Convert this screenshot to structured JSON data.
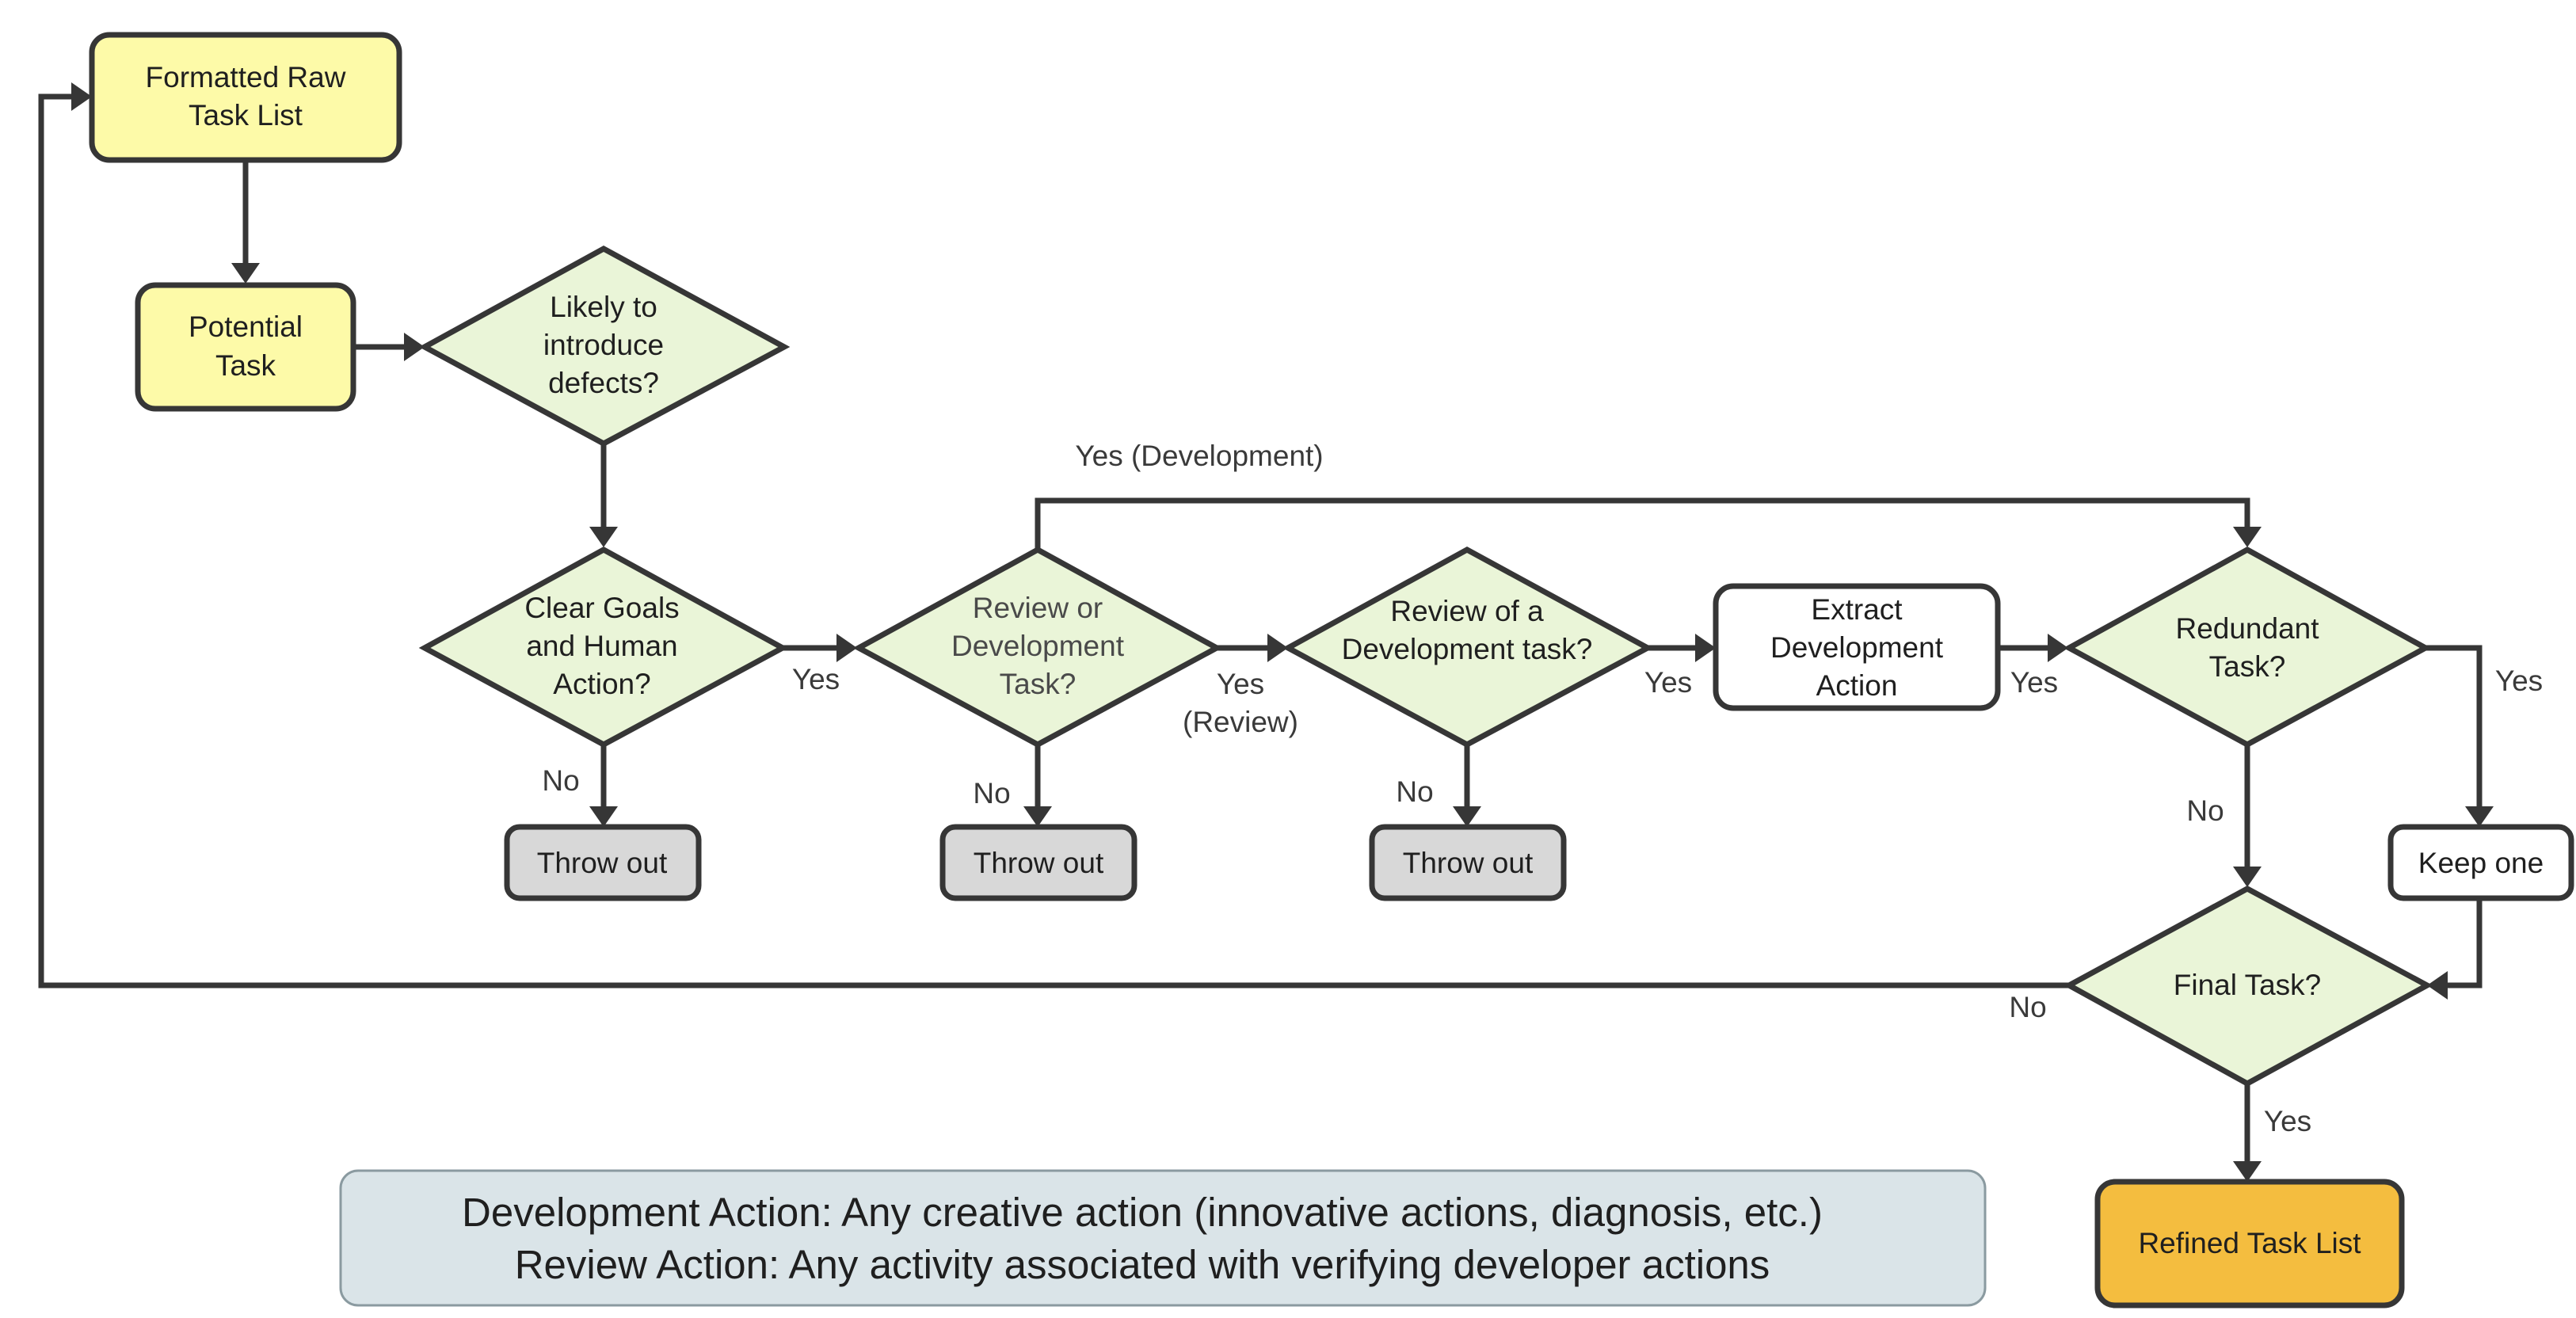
{
  "colors": {
    "process_yellow": "#fdfaa8",
    "decision_green": "#eaf5d8",
    "discard_gray": "#d8d8d8",
    "plain_white": "#ffffff",
    "output_orange": "#f4bd3f",
    "legend_blue": "#dae4e8",
    "stroke": "#363636"
  },
  "nodes": {
    "formatted_raw": [
      "Formatted Raw",
      "Task List"
    ],
    "potential_task": [
      "Potential",
      "Task"
    ],
    "likely_defects": [
      "Likely to",
      "introduce",
      "defects?"
    ],
    "clear_goals": [
      "Clear Goals",
      "and Human",
      "Action?"
    ],
    "review_or_dev": [
      "Review or",
      "Development",
      "Task?"
    ],
    "review_of_dev": [
      "Review of a",
      "Development task?"
    ],
    "extract_dev": [
      "Extract",
      "Development",
      "Action"
    ],
    "redundant": [
      "Redundant",
      "Task?"
    ],
    "throw_out_1": "Throw out",
    "throw_out_2": "Throw out",
    "throw_out_3": "Throw out",
    "keep_one": "Keep one",
    "final_task": "Final Task?",
    "refined": "Refined Task List"
  },
  "edge_labels": {
    "yes_development": "Yes (Development)",
    "clear_yes": "Yes",
    "clear_no": "No",
    "review_or_dev_yes": [
      "Yes",
      "(Review)"
    ],
    "review_or_dev_no": "No",
    "review_of_dev_yes": "Yes",
    "review_of_dev_no": "No",
    "extract_yes": "Yes",
    "redundant_yes": "Yes",
    "redundant_no": "No",
    "final_no": "No",
    "final_yes": "Yes"
  },
  "legend": {
    "line1": "Development Action: Any creative action (innovative actions, diagnosis, etc.)",
    "line2": "Review Action: Any activity associated with verifying developer actions"
  }
}
